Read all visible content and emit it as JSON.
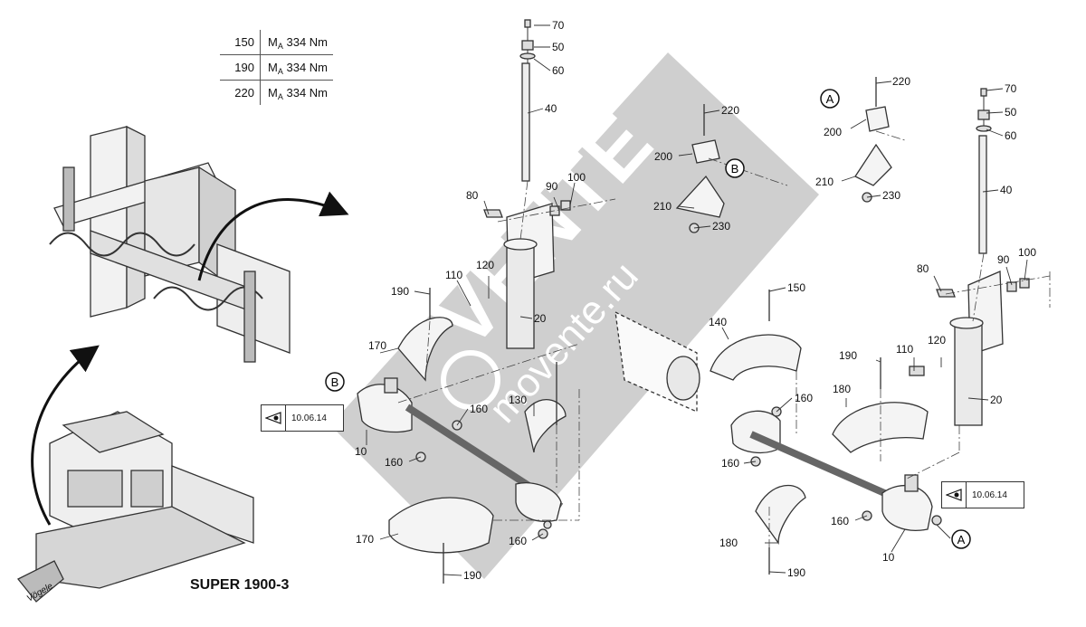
{
  "torque_table": [
    {
      "pos": "150",
      "prefix": "M",
      "sub": "A",
      "value": "334 Nm"
    },
    {
      "pos": "190",
      "prefix": "M",
      "sub": "A",
      "value": "334 Nm"
    },
    {
      "pos": "220",
      "prefix": "M",
      "sub": "A",
      "value": "334 Nm"
    }
  ],
  "model_label": "SUPER 1900-3",
  "paver_sign": "Vögele",
  "reference_left": "10.06.14",
  "reference_right": "10.06.14",
  "watermark_main": "VENTE",
  "watermark_sub": "movente.ru",
  "callouts": {
    "c70a": "70",
    "c50a": "50",
    "c60a": "60",
    "c40a": "40",
    "c80a": "80",
    "c90a": "90",
    "c100a": "100",
    "c110a": "110",
    "c120a": "120",
    "c20a": "20",
    "c190a": "190",
    "c170a": "170",
    "c10a": "10",
    "c160a": "160",
    "c130": "130",
    "c160b": "160",
    "c160c": "160",
    "c170b": "170",
    "c190b": "190",
    "c220a": "220",
    "c200a": "200",
    "c210a": "210",
    "c230a": "230",
    "c220b": "220",
    "c200b": "200",
    "c210b": "210",
    "c230b": "230",
    "c70b": "70",
    "c50b": "50",
    "c60b": "60",
    "c40b": "40",
    "c80b": "80",
    "c90b": "90",
    "c100b": "100",
    "c150": "150",
    "c140": "140",
    "c110b": "110",
    "c120b": "120",
    "c190c": "190",
    "c160d": "160",
    "c180a": "180",
    "c20b": "20",
    "c160e": "160",
    "c160f": "160",
    "c180b": "180",
    "c10b": "10",
    "c190d": "190"
  },
  "markers": {
    "a1": "A",
    "a2": "A",
    "b1": "B",
    "b2": "B"
  }
}
